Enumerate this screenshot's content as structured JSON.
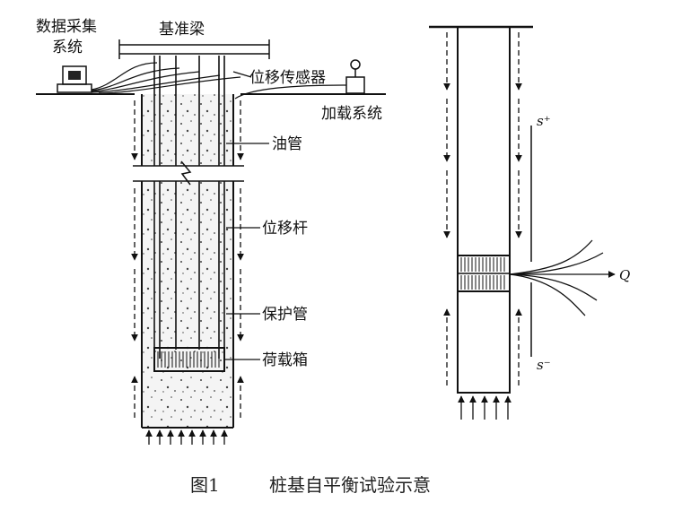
{
  "labels": {
    "data_system_line1": "数据采集",
    "data_system_line2": "系统",
    "reference_beam": "基准梁",
    "displacement_sensor": "位移传感器",
    "loading_system": "加载系统",
    "oil_pipe": "油管",
    "displacement_rod": "位移杆",
    "protective_pipe": "保护管",
    "load_box": "荷载箱"
  },
  "right_diagram": {
    "s_plus": "s⁺",
    "s_minus": "s⁻",
    "load": "Q"
  },
  "caption": {
    "figure_number": "图1",
    "title": "桩基自平衡试验示意"
  },
  "colors": {
    "ink": "#111111",
    "concrete": "#f2f2f2",
    "caption": "#222222"
  }
}
